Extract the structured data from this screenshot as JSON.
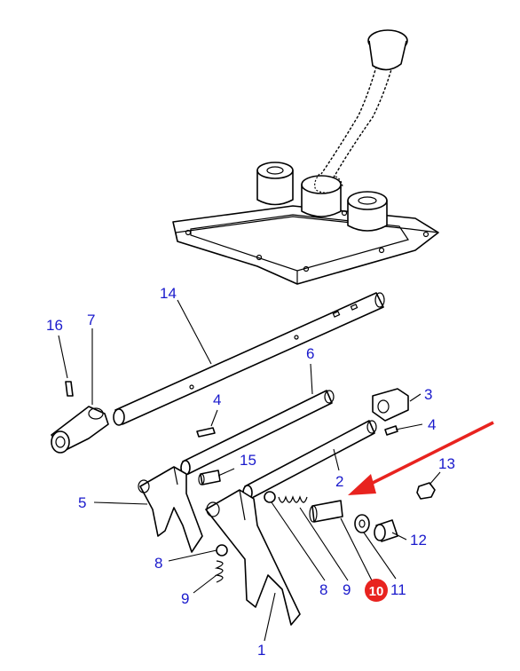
{
  "callouts": [
    {
      "id": "c1",
      "text": "1"
    },
    {
      "id": "c2",
      "text": "2"
    },
    {
      "id": "c3",
      "text": "3"
    },
    {
      "id": "c4a",
      "text": "4"
    },
    {
      "id": "c4b",
      "text": "4"
    },
    {
      "id": "c5",
      "text": "5"
    },
    {
      "id": "c6",
      "text": "6"
    },
    {
      "id": "c7",
      "text": "7"
    },
    {
      "id": "c8a",
      "text": "8"
    },
    {
      "id": "c8b",
      "text": "8"
    },
    {
      "id": "c9a",
      "text": "9"
    },
    {
      "id": "c9b",
      "text": "9"
    },
    {
      "id": "c10",
      "text": "10"
    },
    {
      "id": "c11",
      "text": "11"
    },
    {
      "id": "c12",
      "text": "12"
    },
    {
      "id": "c13",
      "text": "13"
    },
    {
      "id": "c14",
      "text": "14"
    },
    {
      "id": "c15",
      "text": "15"
    },
    {
      "id": "c16",
      "text": "16"
    }
  ],
  "colors": {
    "callout_text": "#1a1acc",
    "highlight_arrow": "#e8231f",
    "highlight_badge": "#e8231f",
    "ink": "#000000"
  },
  "highlighted_part": "10"
}
